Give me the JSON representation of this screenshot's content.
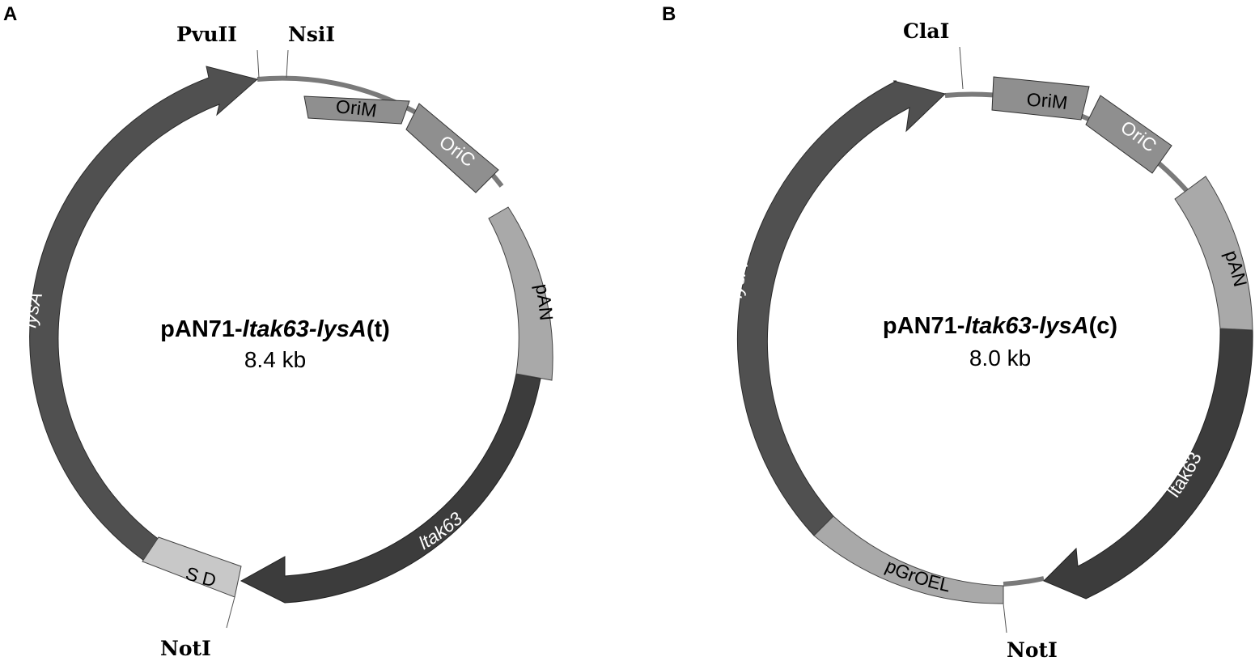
{
  "colors": {
    "backbone": "#7a7a7a",
    "dark_arrow": "#505050",
    "darker_arrow": "#3c3c3c",
    "ori_box": "#8f8f8f",
    "promoter_box": "#a9a9a9",
    "sd_box": "#c8c8c8",
    "label_light": "#ffffff",
    "label_dark": "#000000"
  },
  "panels": [
    {
      "letter": "A",
      "title_prefix": "pAN71-",
      "title_italic1": "ltak63",
      "title_dash": "-",
      "title_italic2": "lysA",
      "title_suffix": "(t)",
      "size": "8.4 kb",
      "sites": [
        "PvuII",
        "NsiI",
        "NotI"
      ],
      "features": [
        "OriM",
        "OriC",
        "pAN",
        "ltak63",
        "S D",
        "lysA"
      ]
    },
    {
      "letter": "B",
      "title_prefix": "pAN71-",
      "title_italic1": "ltak63",
      "title_dash": "-",
      "title_italic2": "lysA",
      "title_suffix": "(c)",
      "size": "8.0 kb",
      "sites": [
        "ClaI",
        "NotI"
      ],
      "features": [
        "OriM",
        "OriC",
        "pAN",
        "ltak63",
        "pGrOEL",
        "lysA"
      ]
    }
  ]
}
